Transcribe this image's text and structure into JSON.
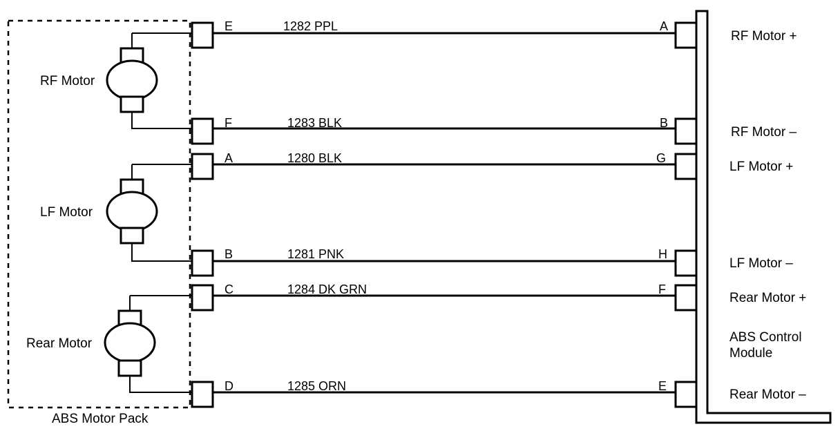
{
  "motor_pack": {
    "label": "ABS Motor Pack",
    "motors": [
      {
        "name": "RF Motor",
        "pin_pos": "E",
        "pin_neg": "F"
      },
      {
        "name": "LF Motor",
        "pin_pos": "A",
        "pin_neg": "B"
      },
      {
        "name": "Rear Motor",
        "pin_pos": "C",
        "pin_neg": "D"
      }
    ]
  },
  "circuits": [
    {
      "pack_pin": "E",
      "wire": "1282 PPL",
      "module_pin": "A",
      "function": "RF Motor +"
    },
    {
      "pack_pin": "F",
      "wire": "1283 BLK",
      "module_pin": "B",
      "function": "RF Motor –"
    },
    {
      "pack_pin": "A",
      "wire": "1280 BLK",
      "module_pin": "G",
      "function": "LF Motor +"
    },
    {
      "pack_pin": "B",
      "wire": "1281 PNK",
      "module_pin": "H",
      "function": "LF Motor –"
    },
    {
      "pack_pin": "C",
      "wire": "1284 DK GRN",
      "module_pin": "F",
      "function": "Rear Motor +"
    },
    {
      "pack_pin": "D",
      "wire": "1285 ORN",
      "module_pin": "E",
      "function": "Rear Motor –"
    }
  ],
  "module": {
    "label_line1": "ABS Control",
    "label_line2": "Module"
  }
}
